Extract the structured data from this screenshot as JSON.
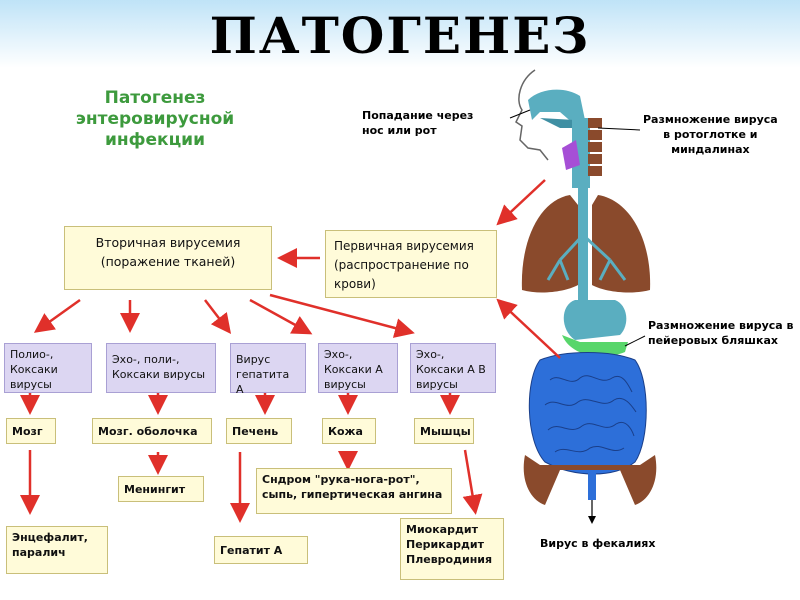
{
  "header": {
    "title": "ПАТОГЕНЕЗ"
  },
  "diagram": {
    "title_lines": [
      "Патогенез",
      "энтеровирусной",
      "инфекции"
    ],
    "secondary_viremia": [
      "Вторичная вирусемия",
      "(поражение тканей)"
    ],
    "primary_viremia": [
      "Первичная вирусемия",
      "(распространение по",
      "крови)"
    ],
    "entry_label": [
      "Попадание через",
      "нос или рот"
    ],
    "replication_throat": [
      "Размножение вируса",
      "в ротоглотке и",
      "миндалинах"
    ],
    "replication_peyer": [
      "Размножение вируса в",
      "пейеровых бляшках"
    ],
    "feces_label": "Вирус в фекалиях",
    "virus_groups": [
      [
        "Полио-,",
        "Коксаки",
        "вирусы"
      ],
      [
        "Эхо-, поли-,",
        "Коксаки вирусы"
      ],
      [
        "Вирус",
        "гепатита А"
      ],
      [
        "Эхо-,",
        "Коксаки А",
        "вирусы"
      ],
      [
        "Эхо-,",
        "Коксаки А В",
        "вирусы"
      ]
    ],
    "targets": [
      "Мозг",
      "Мозг. оболочка",
      "Печень",
      "Кожа",
      "Мышцы"
    ],
    "meningitis": "Менингит",
    "encephalitis": [
      "Энцефалит,",
      "паралич"
    ],
    "hepatitis": "Гепатит А",
    "hfm_syndrome": [
      "Сндром \"рука-нога-рот\",",
      "сыпь, гипертическая ангина"
    ],
    "cardiac": [
      "Миокардит",
      "Перикардит",
      "Плевродиния"
    ]
  },
  "colors": {
    "arrow": "#e0302a",
    "box_fill": "#fffbd9",
    "purple_box_fill": "#dcd6f2",
    "title_green": "#3d9a3d",
    "intestine_blue": "#2d6fd9",
    "lungs_brown": "#8a4a2c",
    "airway_teal": "#5aaec0"
  }
}
